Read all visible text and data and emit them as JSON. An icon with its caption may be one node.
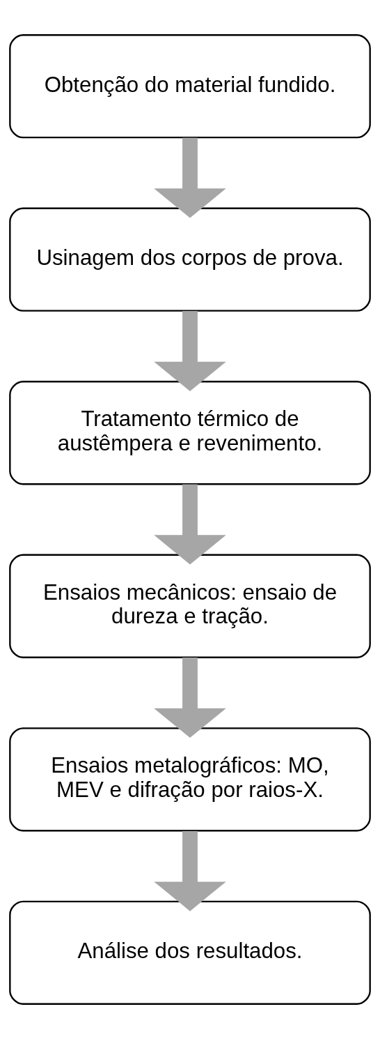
{
  "diagram": {
    "nodes": [
      {
        "text": [
          "Obtenção do material fundido."
        ]
      },
      {
        "text": [
          "Usinagem dos corpos de prova."
        ]
      },
      {
        "text": [
          "Tratamento térmico de austêmpera e revenimento."
        ]
      },
      {
        "text": [
          "Ensaios mecânicos: ensaio de dureza e tração."
        ]
      },
      {
        "text": [
          "Ensaios metalográficos: MO, MEV e difração por raios-X."
        ]
      },
      {
        "text": [
          "Análise dos resultados."
        ]
      }
    ],
    "edges": [
      {
        "from": 0,
        "to": 1,
        "arrow": "to"
      },
      {
        "from": 1,
        "to": 2,
        "arrow": "to"
      },
      {
        "from": 2,
        "to": 3,
        "arrow": "to"
      },
      {
        "from": 3,
        "to": 4,
        "arrow": "to"
      },
      {
        "from": 4,
        "to": 5,
        "arrow": "to"
      }
    ]
  }
}
